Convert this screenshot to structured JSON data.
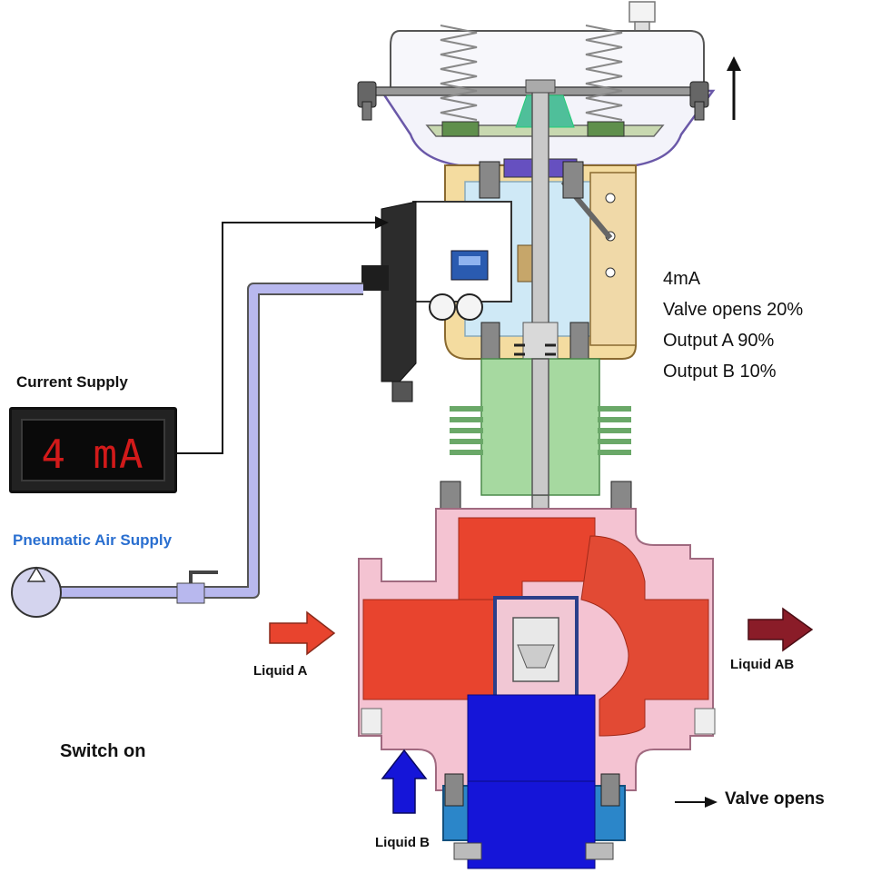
{
  "current_supply": {
    "label": "Current Supply",
    "display_value": "4 mA",
    "display_color": "#d21a1a"
  },
  "pneumatic": {
    "label": "Pneumatic Air Supply",
    "label_color": "#2a6fd0"
  },
  "status": {
    "current": "4mA",
    "valve_opening": "Valve opens 20%",
    "output_a": "Output A 90%",
    "output_b": "Output B 10%"
  },
  "switch_label": "Switch on",
  "flows": {
    "liquid_a": "Liquid A",
    "liquid_b": "Liquid B",
    "liquid_ab": "Liquid AB"
  },
  "legend": {
    "valve_opens": "Valve opens"
  },
  "colors": {
    "liquid_a": "#e8442e",
    "liquid_b": "#1515d8",
    "liquid_ab": "#8a1c28",
    "air_line": "#b8b8ee",
    "bonnet": "#a6d9a0",
    "body_pink": "#f4c3d2",
    "yoke": "#f4dca0"
  }
}
